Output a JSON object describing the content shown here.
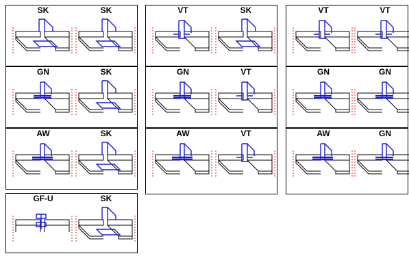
{
  "colors": {
    "line": "#000000",
    "profile": "#1a1adc",
    "dim": "#d42020"
  },
  "groups": [
    {
      "pairs": [
        [
          "SK",
          "SK"
        ],
        [
          "GN",
          "SK"
        ],
        [
          "AW",
          "SK"
        ],
        [
          "GF-U",
          "SK"
        ]
      ]
    },
    {
      "pairs": [
        [
          "VT",
          "SK"
        ],
        [
          "GN",
          "VT"
        ],
        [
          "AW",
          "VT"
        ]
      ]
    },
    {
      "pairs": [
        [
          "VT",
          "VT"
        ],
        [
          "GN",
          "GN"
        ],
        [
          "AW",
          "GN"
        ]
      ]
    }
  ]
}
